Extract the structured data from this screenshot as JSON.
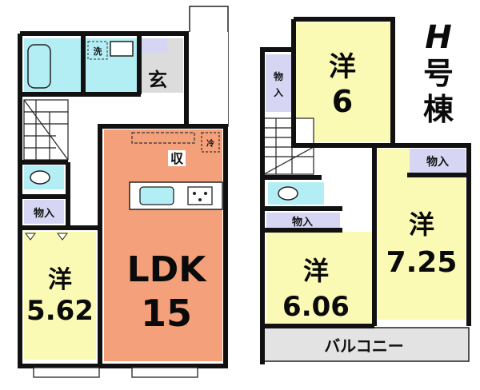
{
  "title": "H号棟",
  "colors": {
    "wall": "#111111",
    "western_room": "#fafab4",
    "ldk": "#f4a07a",
    "wet_area": "#b3eef4",
    "storage": "#d6d6f4",
    "entrance": "#dcdcdc",
    "balcony": "#e3e3e3",
    "kitchen_counter": "#ffffff"
  },
  "floor1": {
    "entrance_label": "玄",
    "washroom_label": "洗",
    "storage_label": "収",
    "fridge_label": "冷",
    "closet_label": "物入",
    "ldk": {
      "label": "LDK",
      "size": "15"
    },
    "western_room": {
      "label": "洋",
      "size": "5.62"
    }
  },
  "floor2": {
    "room_a": {
      "label": "洋",
      "size": "6"
    },
    "room_b": {
      "label": "洋",
      "size": "6.06"
    },
    "room_c": {
      "label": "洋",
      "size": "7.25"
    },
    "closet_a_label": "物入",
    "closet_b_label": "物入",
    "closet_c_label": "物入",
    "balcony_label": "バルコニー"
  }
}
